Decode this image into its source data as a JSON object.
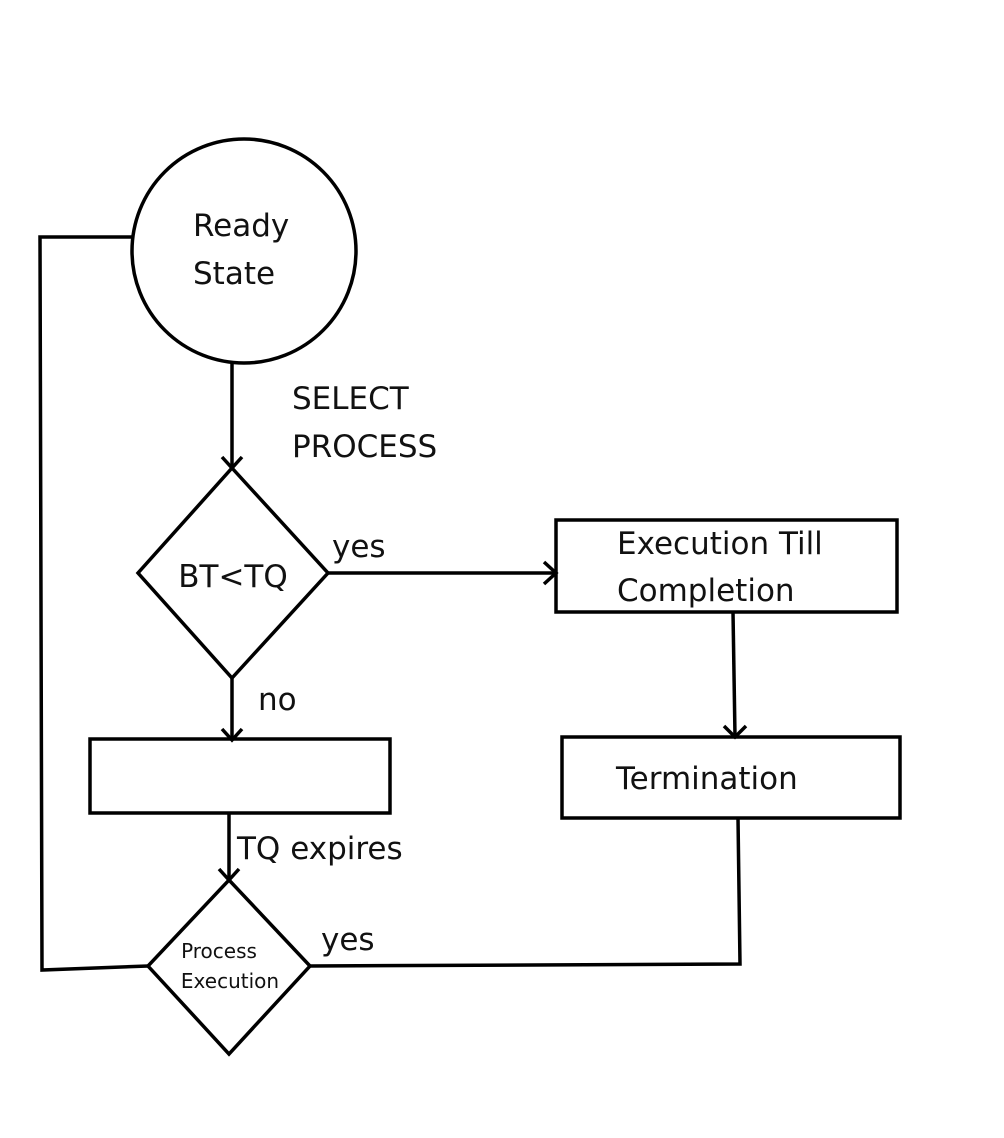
{
  "colors": {
    "stroke": "#000000",
    "text": "#111111",
    "highlight": "#e8404a"
  },
  "nodes": {
    "ready_state": {
      "line1": "Ready",
      "line2": "State"
    },
    "decision_bt_tq": {
      "label": "BT<TQ"
    },
    "execution_till_completion": {
      "line1": "Execution Till",
      "line2": "Completion"
    },
    "termination": {
      "label": "Termination"
    },
    "process_box": {
      "label": ""
    },
    "decision_process_execution": {
      "line1": "Process",
      "line2": "Execution"
    }
  },
  "edges": {
    "select_process": {
      "line1": "SELECT",
      "line2": "PROCESS"
    },
    "yes_top": "yes",
    "no": "no",
    "tq_expires": "TQ expires",
    "yes_bottom": "yes"
  }
}
